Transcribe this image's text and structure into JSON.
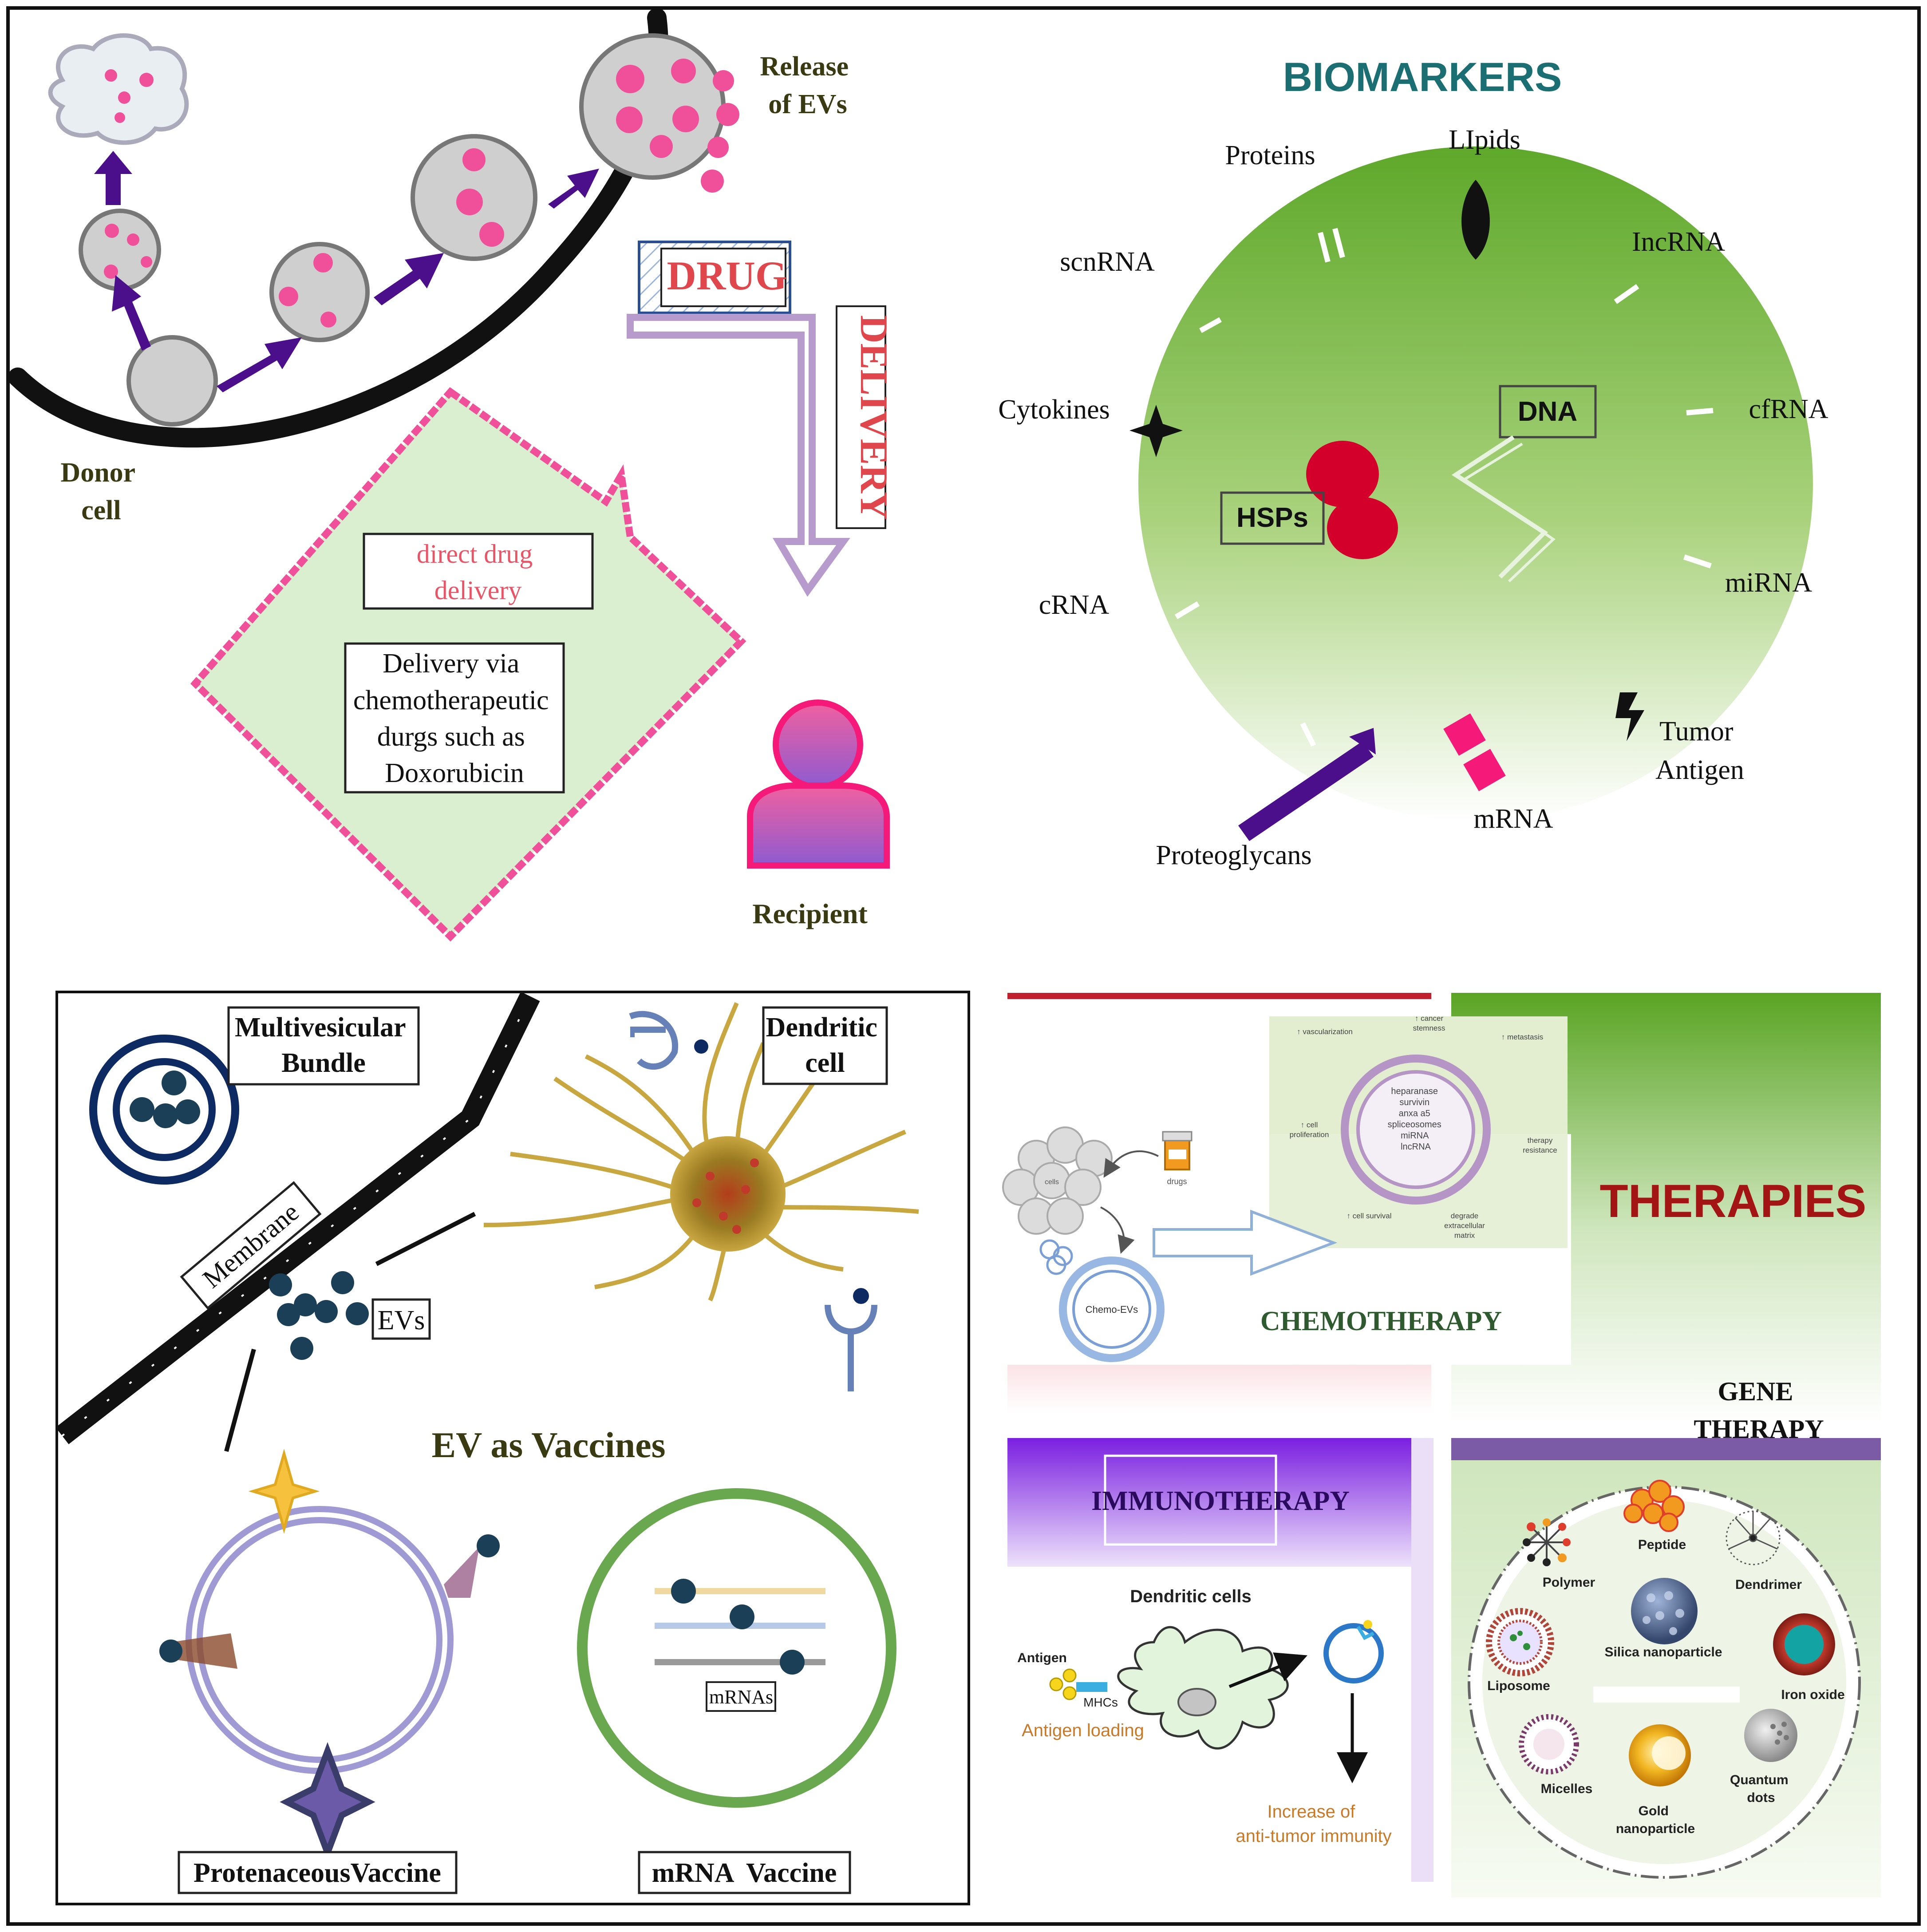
{
  "colors": {
    "purple_arrow": "#4b0f8c",
    "pink": "#f0509a",
    "hot_pink": "#f5197a",
    "cell_gray": "#cfcfcf",
    "green_dark": "#5aa424",
    "green_light": "#e9f3e0",
    "biomarkers_teal": "#1b6e72",
    "hsp_red": "#d3002c",
    "olive_text": "#3a3a12",
    "navy": "#0e2a63",
    "dark_teal_dot": "#1b3f56",
    "vaccine_lavender": "#9f9ad3",
    "mrna_green": "#6aa84f",
    "therapies_red": "#a31515",
    "chemo_green": "#2f5a2f",
    "immuno_purple": "#7a1fe0",
    "gene_purple": "#7b5aa6"
  },
  "delivery_panel": {
    "release_label": [
      "Release",
      "of EVs"
    ],
    "donor_label": [
      "Donor",
      "cell"
    ],
    "drug_label": "DRUG",
    "delivery_label": "DELIVERY",
    "direct_drug": [
      "direct drug",
      "delivery"
    ],
    "chemo_delivery": [
      "Delivery via",
      "chemotherapeutic",
      "durgs such as",
      "Doxorubicin"
    ],
    "recipient_label": "Recipient"
  },
  "biomarkers_panel": {
    "title": "BIOMARKERS",
    "labels": {
      "proteins": "Proteins",
      "lipids": "LIpids",
      "lncrna": "IncRNA",
      "scnrna": "scnRNA",
      "cytokines": "Cytokines",
      "cfrna": "cfRNA",
      "dna": "DNA",
      "hsps": "HSPs",
      "mirna": "miRNA",
      "crna": "cRNA",
      "tumor_antigen": [
        "Tumor",
        "Antigen"
      ],
      "mrna": "mRNA",
      "proteoglycans": "Proteoglycans"
    }
  },
  "vaccines_panel": {
    "multivesicular": [
      "Multivesicular",
      "Bundle"
    ],
    "dendritic": [
      "Dendritic",
      "cell"
    ],
    "membrane": "Membrane",
    "evs": "EVs",
    "title": "EV as Vaccines",
    "mrnas": "mRNAs",
    "protein_vaccine": "ProtenaceousVaccine",
    "mrna_vaccine": "mRNA  Vaccine"
  },
  "therapies_panel": {
    "title": "THERAPIES",
    "chemotherapy": "CHEMOTHERAPY",
    "gene_therapy": [
      "GENE",
      "THERAPY"
    ],
    "immunotherapy": "IMMUNOTHERAPY",
    "chemo_cells": "cells",
    "chemo_drugs": "drugs",
    "chemo_evs": "Chemo-EVs",
    "chemo_ring": [
      "heparanase",
      "survivin",
      "anxa a5",
      "spliceosomes",
      "miRNA",
      "lncRNA"
    ],
    "chemo_outcomes": {
      "vascularization": "↑ vascularization",
      "stemness": [
        "↑ cancer",
        "stemness"
      ],
      "metastasis": "↑ metastasis",
      "proliferation": [
        "↑ cell",
        "proliferation"
      ],
      "resistance": [
        "therapy",
        "resistance"
      ],
      "survival": "↑ cell survival",
      "degrade": [
        "degrade",
        "extracellular",
        "matrix"
      ]
    },
    "immuno_dendritic": "Dendritic cells",
    "immuno_antigen": "Antigen",
    "immuno_mhcs": "MHCs",
    "immuno_loading": "Antigen loading",
    "immuno_increase": [
      "Increase of",
      "anti-tumor immunity"
    ],
    "nano": {
      "peptide": "Peptide",
      "polymer": "Polymer",
      "dendrimer": "Dendrimer",
      "silica": "Silica nanoparticle",
      "liposome": "Liposome",
      "iron_oxide": "Iron oxide",
      "micelles": "Micelles",
      "quantum": [
        "Quantum",
        "dots"
      ],
      "gold": [
        "Gold",
        "nanoparticle"
      ]
    }
  }
}
